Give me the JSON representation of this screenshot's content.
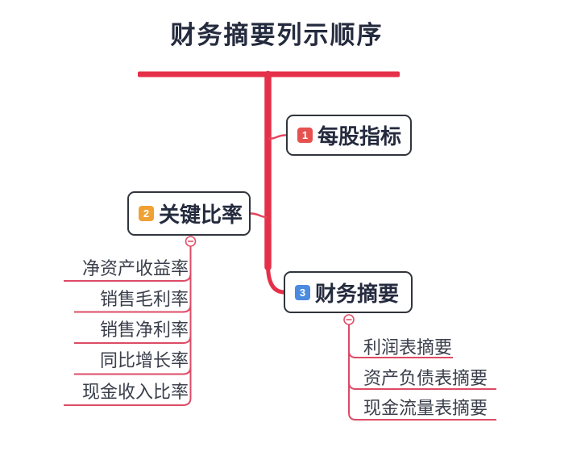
{
  "central_topic": "财务摘要列示顺序",
  "branches": [
    {
      "badge": "1",
      "label": "每股指标",
      "children": []
    },
    {
      "badge": "2",
      "label": "关键比率",
      "children": [
        "净资产收益率",
        "销售毛利率",
        "销售净利率",
        "同比增长率",
        "现金收入比率"
      ]
    },
    {
      "badge": "3",
      "label": "财务摘要",
      "children": [
        "利润表摘要",
        "资产负债表摘要",
        "现金流量表摘要"
      ]
    }
  ],
  "collapse_indicator_symbol": "−",
  "colors": {
    "trunk_red": "#e5304a",
    "branch_line_pink": "#dd4b66",
    "badge_1_red": "#e5514e",
    "badge_2_orange": "#f0a134",
    "badge_3_blue": "#4b8be0",
    "topic_text": "#252b3e",
    "subtopic_text": "#3a3f4b",
    "box_border": "#30343c",
    "background": "#ffffff"
  }
}
